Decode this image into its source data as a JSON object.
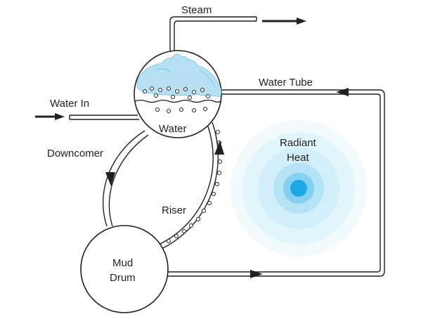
{
  "labels": {
    "steam": "Steam",
    "water_in": "Water In",
    "water_tube": "Water Tube",
    "water": "Water",
    "downcomer": "Downcomer",
    "riser": "Riser",
    "radiant_heat_line1": "Radiant",
    "radiant_heat_line2": "Heat",
    "mud_drum_line1": "Mud",
    "mud_drum_line2": "Drum"
  },
  "colors": {
    "line": "#231f20",
    "water_light": "#b7e0f3",
    "water_mid": "#7ccbec",
    "heat_outer": "#e4f5fc",
    "heat_core": "#1ba8e6"
  },
  "icons": {
    "flow_arrow": "arrow-right-icon",
    "flow_head": "arrowhead-icon"
  }
}
